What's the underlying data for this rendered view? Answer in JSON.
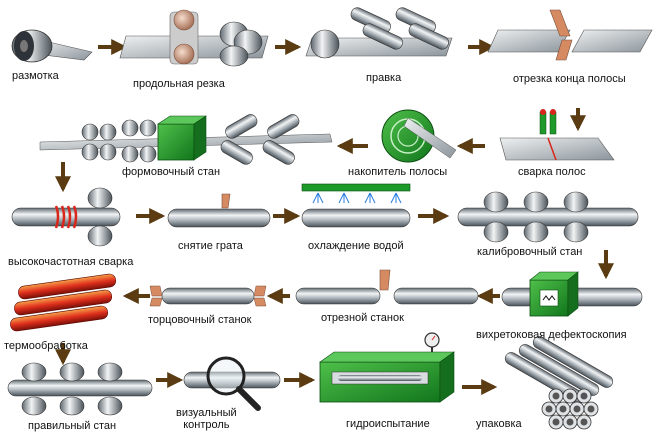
{
  "colors": {
    "arrow": "#5a3b12",
    "steel": "#9aa4ac",
    "machine_green": "#1e9a2a",
    "heat_red": "#d8261a"
  },
  "steps": [
    {
      "id": "unwind",
      "label": "размотка"
    },
    {
      "id": "slitting",
      "label": "продольная резка"
    },
    {
      "id": "straightening",
      "label": "правка"
    },
    {
      "id": "strip-end-cut",
      "label": "отрезка конца полосы"
    },
    {
      "id": "strip-welding",
      "label": "сварка полос"
    },
    {
      "id": "strip-accumulator",
      "label": "накопитель полосы"
    },
    {
      "id": "forming-mill",
      "label": "формовочный стан"
    },
    {
      "id": "hf-welding",
      "label": "высокочастотная сварка"
    },
    {
      "id": "deburring",
      "label": "снятие грата"
    },
    {
      "id": "water-cooling",
      "label": "охлаждение водой"
    },
    {
      "id": "sizing-mill",
      "label": "калибровочный стан"
    },
    {
      "id": "eddy-current",
      "label": "вихретоковая дефектоскопия"
    },
    {
      "id": "cutoff",
      "label": "отрезной станок"
    },
    {
      "id": "end-facing",
      "label": "торцовочный станок"
    },
    {
      "id": "heat-treatment",
      "label": "термообработка"
    },
    {
      "id": "straightening-mill",
      "label": "правильный стан"
    },
    {
      "id": "visual-control",
      "label": "визуальный\nконтроль"
    },
    {
      "id": "hydrotest",
      "label": "гидроиспытание"
    },
    {
      "id": "packing",
      "label": "упаковка"
    }
  ]
}
